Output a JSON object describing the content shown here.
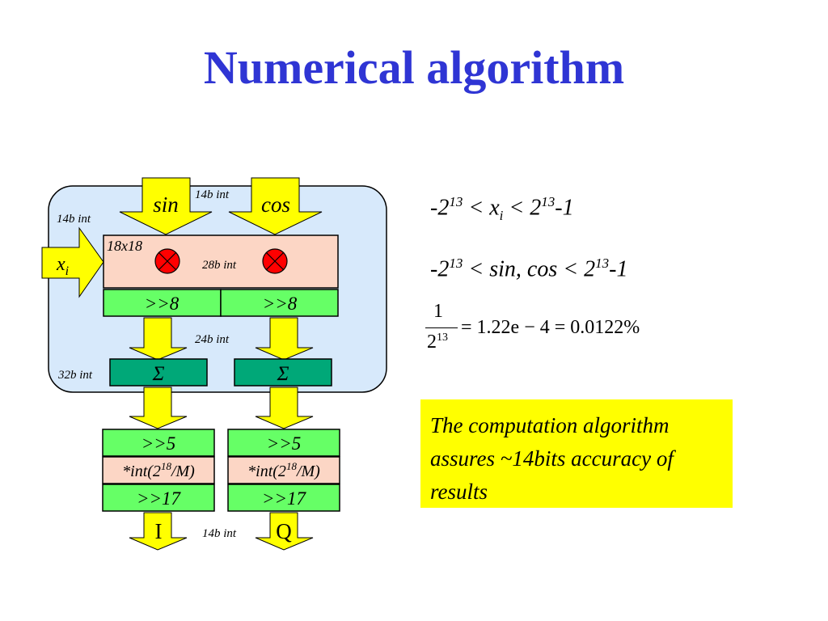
{
  "title": "Numerical algorithm",
  "colors": {
    "title": "#2f35d4",
    "panel": "#d7e9fb",
    "multiplier_box": "#fcd6c5",
    "shift_box": "#66ff66",
    "sum_box": "#00a878",
    "arrow": "#ffff00",
    "note_bg": "#ffff00"
  },
  "diagram": {
    "inputs": {
      "sin": "sin",
      "cos": "cos",
      "x": "x",
      "x_sub": "i"
    },
    "labels": {
      "in_width_top": "14b int",
      "in_width_left": "14b int",
      "mult_size": "18x18",
      "mult_out": "28b int",
      "shift_out": "24b int",
      "sum_out": "32b int",
      "out_width": "14b int"
    },
    "shift1_left": ">>8",
    "shift1_right": ">>8",
    "sum_left": "Σ",
    "sum_right": "Σ",
    "post_left": {
      "shift_a": ">>5",
      "scale_prefix": "*int(2",
      "scale_exp": "18",
      "scale_suffix": "/M)",
      "shift_b": ">>17"
    },
    "post_right": {
      "shift_a": ">>5",
      "scale_prefix": "*int(2",
      "scale_exp": "18",
      "scale_suffix": "/M)",
      "shift_b": ">>17"
    },
    "outputs": {
      "i": "I",
      "q": "Q"
    },
    "multiplier_icon": "multiply-circle-icon"
  },
  "equations": {
    "eq1": {
      "a": "-2",
      "a_exp": "13",
      "mid": " < x",
      "mid_sub": "i",
      "b": " < 2",
      "b_exp": "13",
      "c": "-1"
    },
    "eq2": {
      "a": "-2",
      "a_exp": "13",
      "mid": " < sin, cos < 2",
      "b_exp": "13",
      "c": "-1"
    },
    "fraction": {
      "numerator": "1",
      "denominator": "2",
      "den_exp": "13",
      "result": "= 1.22e − 4 = 0.0122%"
    }
  },
  "note": "The computation algorithm assures ~14bits accuracy of results"
}
